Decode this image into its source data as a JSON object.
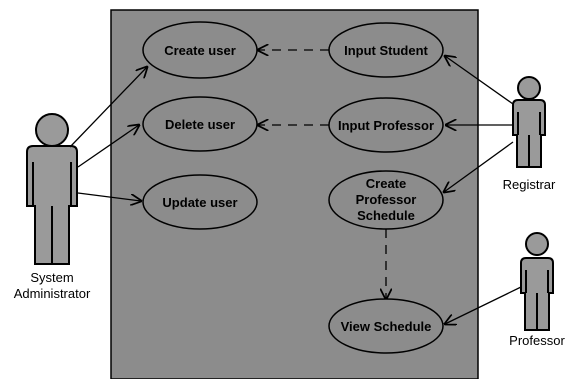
{
  "diagram": {
    "type": "use-case-diagram",
    "colors": {
      "system_boundary": "#8c8c8c",
      "actor_fill": "#9a9a9a",
      "outline": "#000000",
      "background": "#ffffff"
    },
    "actors": {
      "system_admin": {
        "label_line1": "System",
        "label_line2": "Administrator"
      },
      "registrar": {
        "label": "Registrar"
      },
      "professor": {
        "label": "Professor"
      }
    },
    "use_cases": {
      "create_user": "Create user",
      "delete_user": "Delete user",
      "update_user": "Update user",
      "input_student": "Input Student",
      "input_professor": "Input Professor",
      "create_professor_schedule": {
        "line1": "Create",
        "line2": "Professor",
        "line3": "Schedule"
      },
      "view_schedule": "View Schedule"
    },
    "relationships": [
      {
        "from": "System Administrator",
        "to": "Create user",
        "kind": "association"
      },
      {
        "from": "System Administrator",
        "to": "Delete user",
        "kind": "association"
      },
      {
        "from": "System Administrator",
        "to": "Update user",
        "kind": "association"
      },
      {
        "from": "Registrar",
        "to": "Input Student",
        "kind": "association"
      },
      {
        "from": "Registrar",
        "to": "Input Professor",
        "kind": "association"
      },
      {
        "from": "Registrar",
        "to": "Create Professor Schedule",
        "kind": "association"
      },
      {
        "from": "Professor",
        "to": "View Schedule",
        "kind": "association"
      },
      {
        "from": "Input Student",
        "to": "Create user",
        "kind": "dependency"
      },
      {
        "from": "Input Professor",
        "to": "Delete user",
        "kind": "dependency"
      },
      {
        "from": "Create Professor Schedule",
        "to": "View Schedule",
        "kind": "dependency"
      }
    ]
  }
}
